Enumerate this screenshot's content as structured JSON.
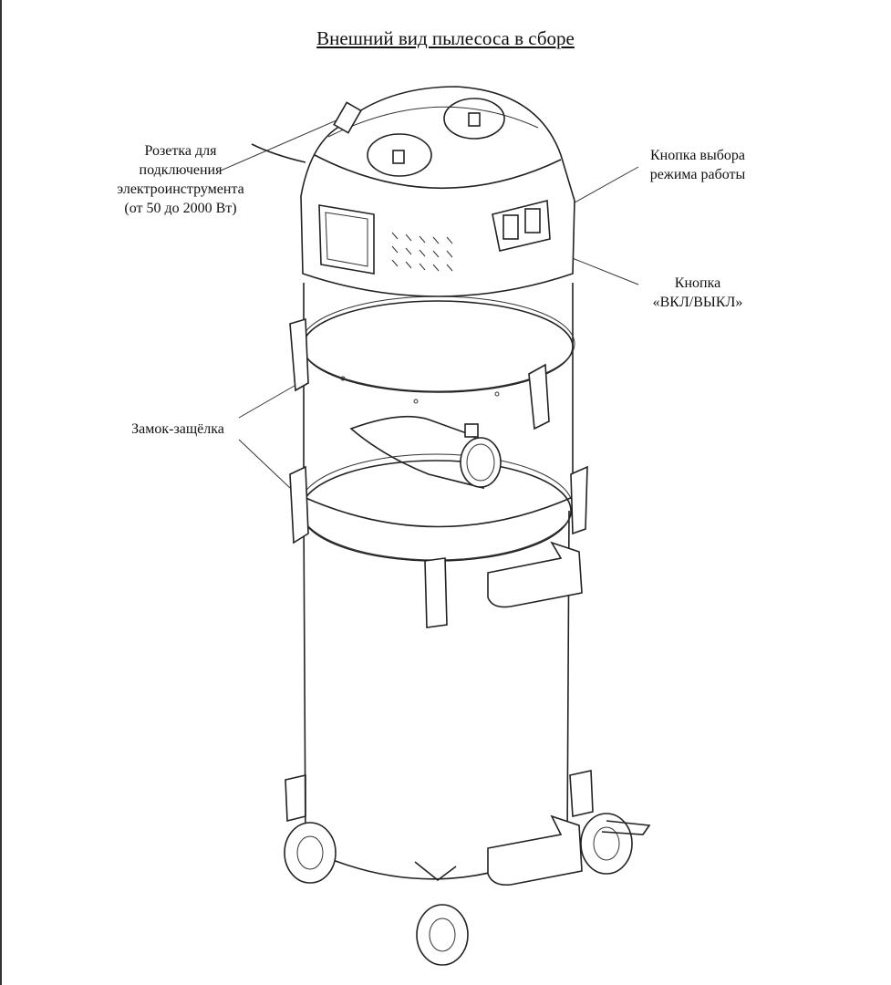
{
  "title": "Внешний вид пылесоса в сборе",
  "labels": {
    "socket": [
      "Розетка для",
      "подключения",
      "электроинструмента",
      "(от 50 до 2000 Вт)"
    ],
    "mode_button": [
      "Кнопка выбора",
      "режима работы"
    ],
    "power_button": [
      "Кнопка",
      "«ВКЛ/ВЫКЛ»"
    ],
    "latch": "Замок-защёлка"
  }
}
